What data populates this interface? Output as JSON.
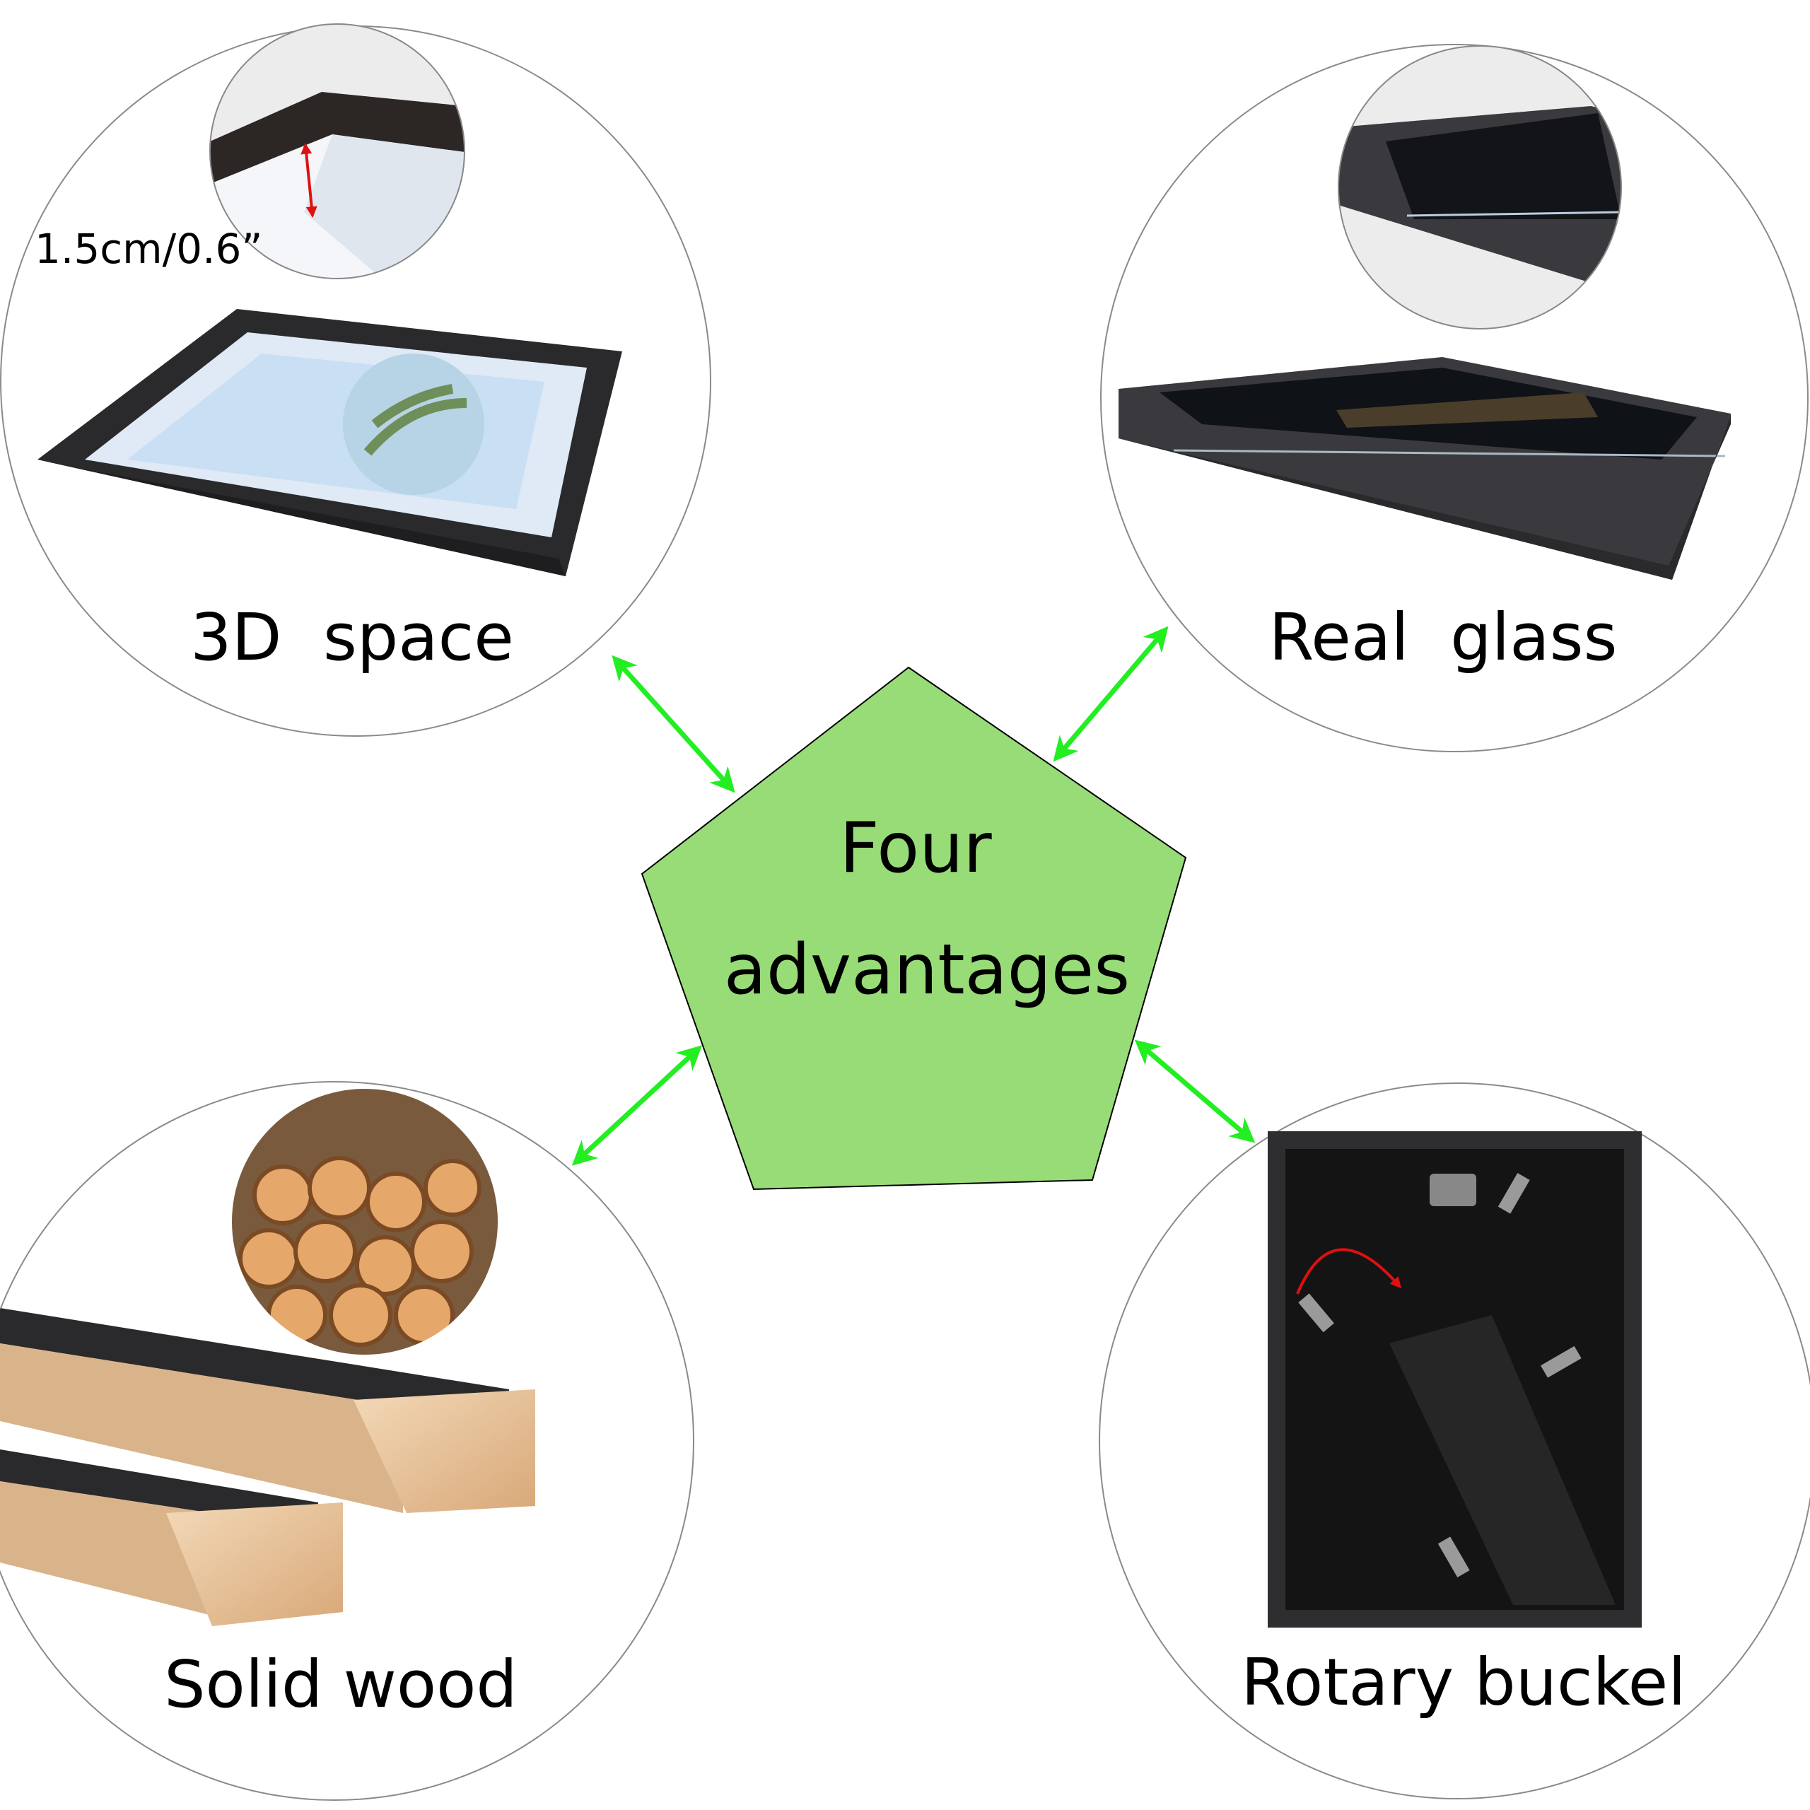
{
  "center": {
    "line1": "Four",
    "line2": "advantages",
    "fill": "#98dc78"
  },
  "features": [
    {
      "label": "3D  space",
      "measure": "1.5cm/0.6”"
    },
    {
      "label": "Real  glass"
    },
    {
      "label": "Solid wood"
    },
    {
      "label": "Rotary buckel"
    }
  ],
  "colors": {
    "arrow": "#22ee22",
    "frame": "#2a2a2c",
    "circle_stroke": "#8a8a8a",
    "measure_arrow": "#e01010"
  }
}
